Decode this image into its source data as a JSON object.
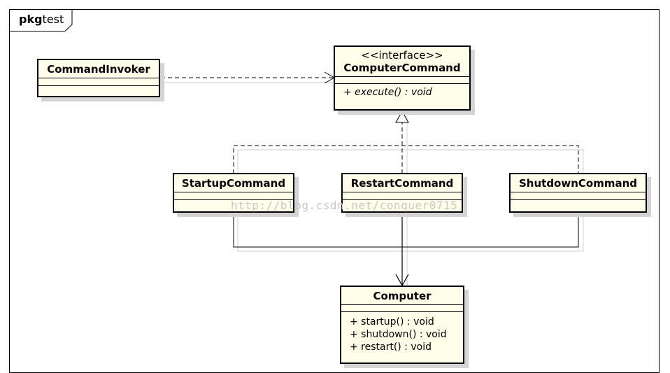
{
  "package": {
    "keyword": "pkg",
    "name": "test"
  },
  "classes": {
    "command_invoker": {
      "name": "CommandInvoker"
    },
    "computer_command": {
      "stereotype": "<<interface>>",
      "name": "ComputerCommand",
      "operations": [
        "+ execute() : void"
      ]
    },
    "startup_command": {
      "name": "StartupCommand"
    },
    "restart_command": {
      "name": "RestartCommand"
    },
    "shutdown_command": {
      "name": "ShutdownCommand"
    },
    "computer": {
      "name": "Computer",
      "operations": [
        "+ startup() : void",
        "+ shutdown() : void",
        "+ restart() : void"
      ]
    }
  },
  "watermark": "http://blog.csdn.net/conquer0715"
}
